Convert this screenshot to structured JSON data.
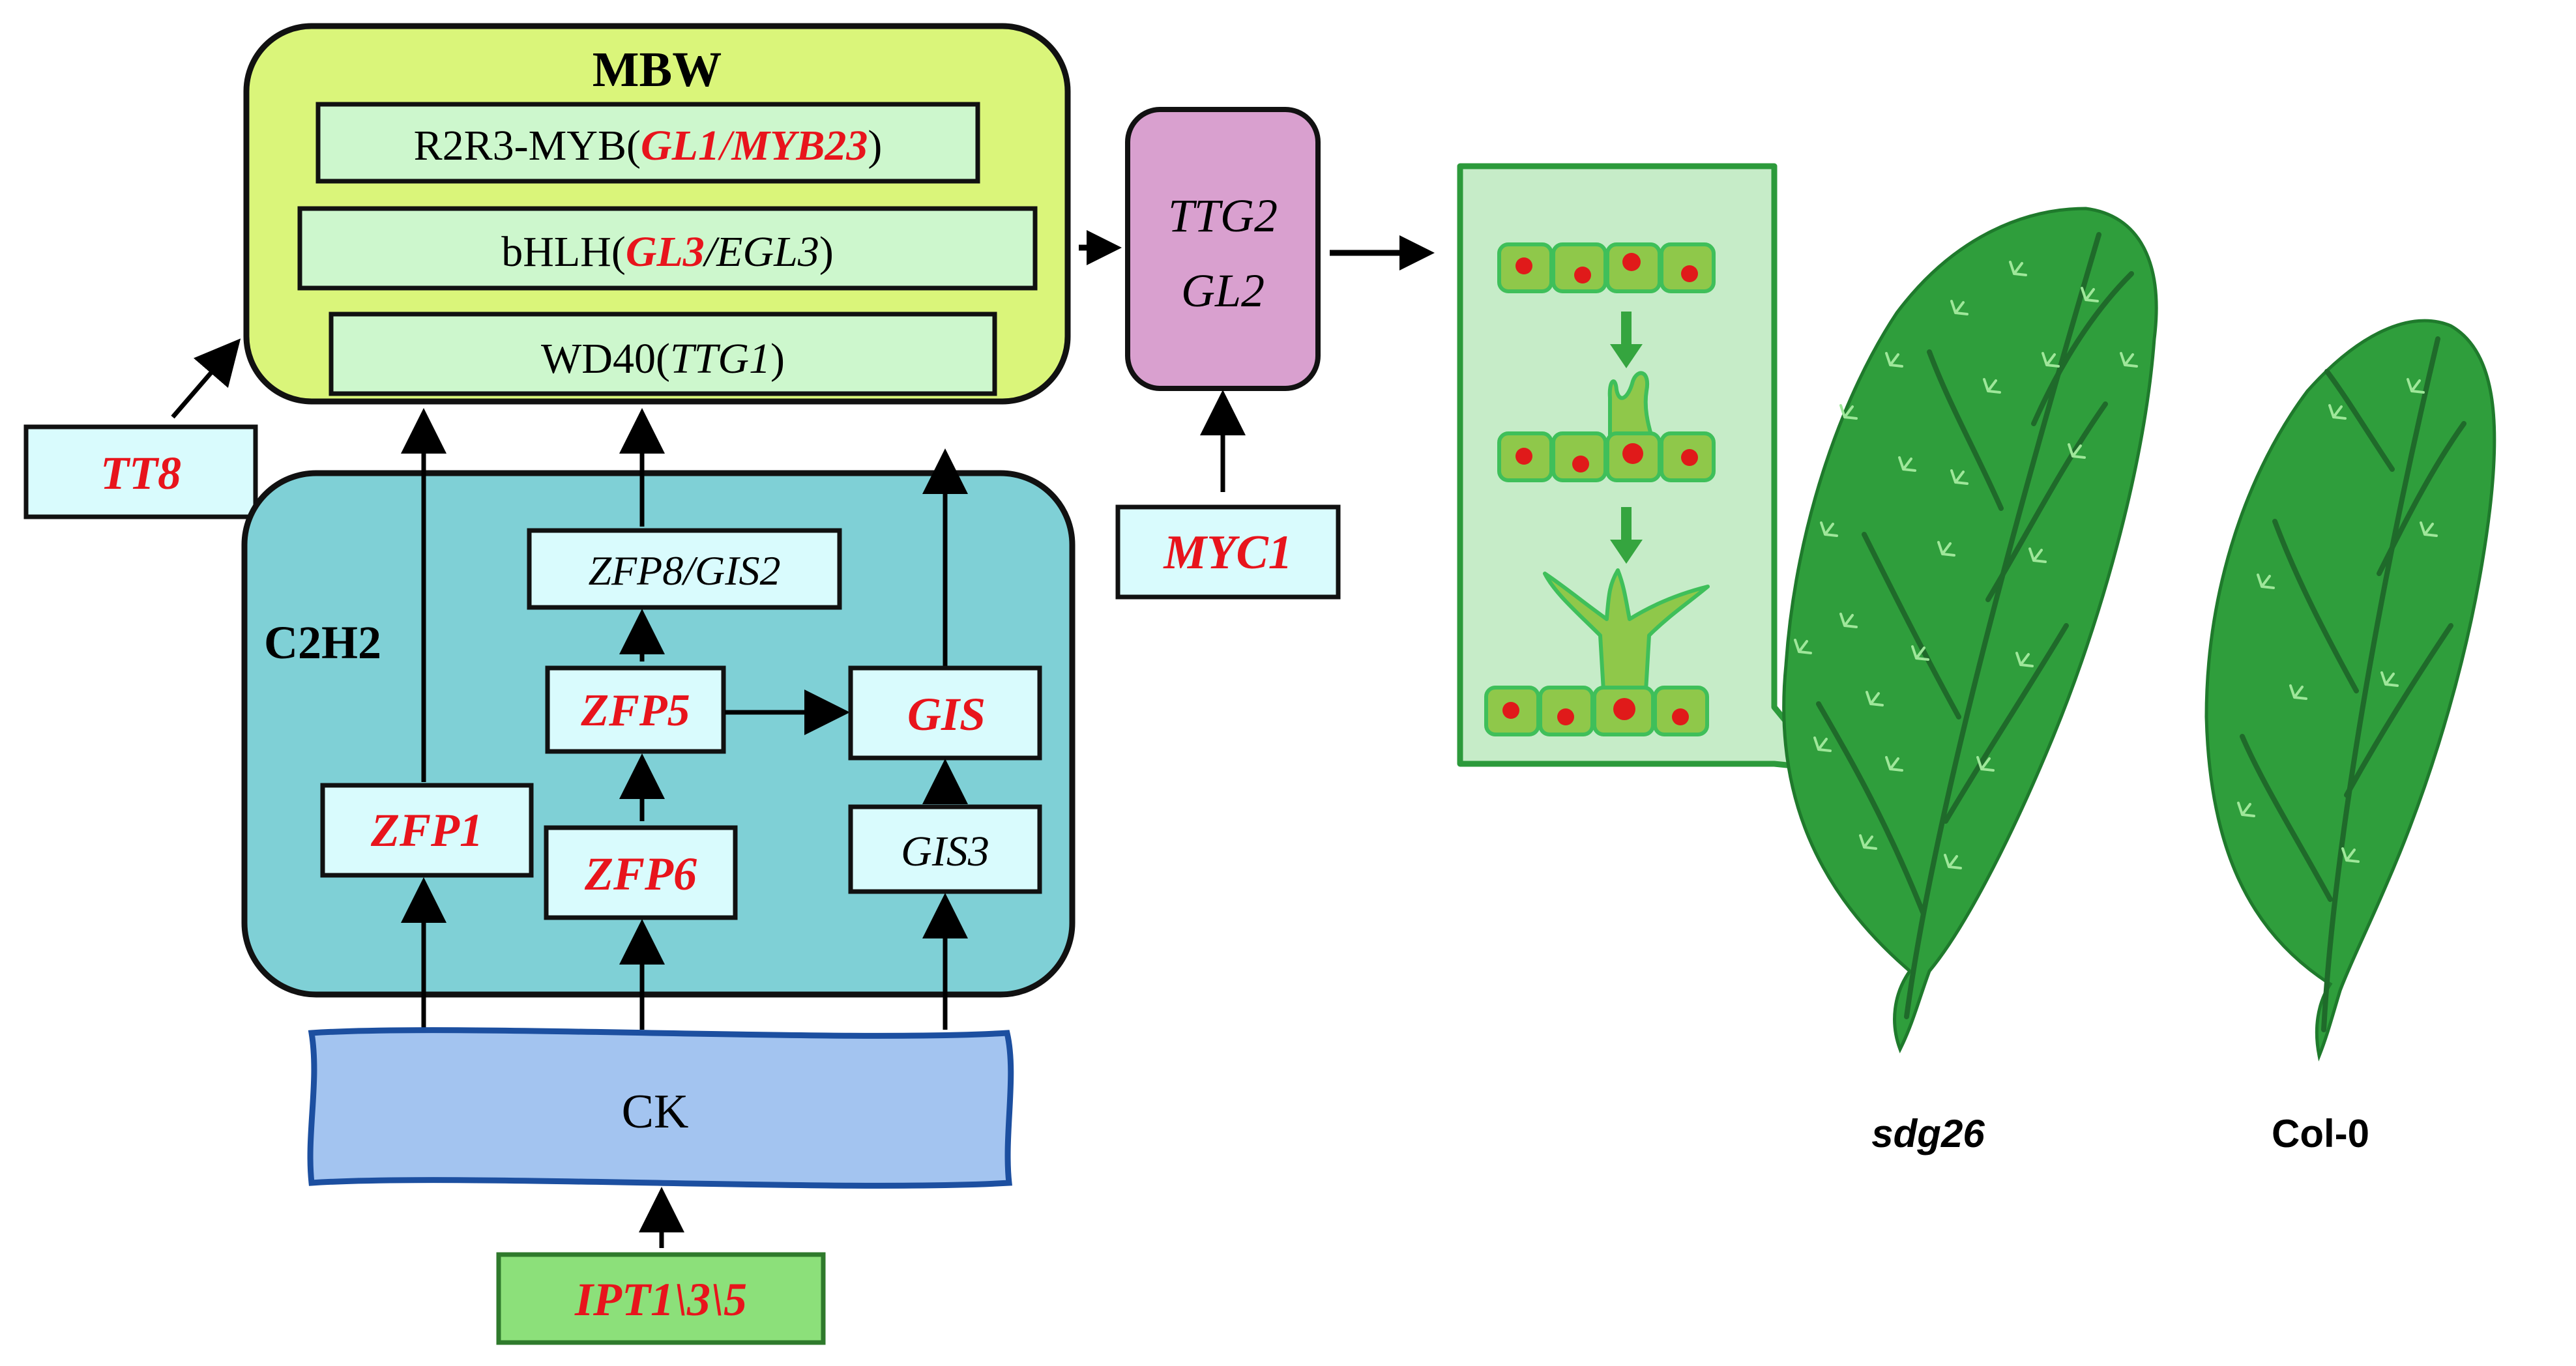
{
  "mbw": {
    "title": "MBW",
    "myb": {
      "prefix": "R2R3-MYB(",
      "gene1": "GL1",
      "sep": "/",
      "gene2": "MYB23",
      "suffix": ")"
    },
    "bhlh": {
      "prefix": "bHLH(",
      "gene1": "GL3",
      "sep": "/",
      "gene2": "EGL3",
      "suffix": ")"
    },
    "wd40": {
      "prefix": "WD40(",
      "gene1": "TTG1",
      "suffix": ")"
    }
  },
  "tt8": "TT8",
  "ttg2": "TTG2",
  "gl2": "GL2",
  "myc1": "MYC1",
  "c2h2": {
    "title": "C2H2",
    "zfp8": "ZFP8/GIS2",
    "zfp5": "ZFP5",
    "gis": "GIS",
    "zfp1": "ZFP1",
    "zfp6": "ZFP6",
    "gis3": "GIS3"
  },
  "ck": "CK",
  "ipt": "IPT1\\3\\5",
  "leaves": {
    "left": "sdg26",
    "right": "Col-0"
  },
  "colors": {
    "red_gene": "#e8141c",
    "mbw_fill": "#daf57a",
    "mbw_inner": "#cdf7cd",
    "c2h2_fill": "#7fd0d6",
    "box_fill": "#d9fbfd",
    "ttg2_fill": "#d9a0cf",
    "ck_fill": "#a3c4f0",
    "ck_stroke": "#1c4fa0",
    "ipt_fill": "#8ce07a",
    "leaf_green": "#2f9e3c",
    "leaf_vein": "#1f6a2a",
    "cell_panel": "#c6ecc8",
    "cell_fill": "#8fc84a",
    "nucleus": "#e01a1a"
  }
}
